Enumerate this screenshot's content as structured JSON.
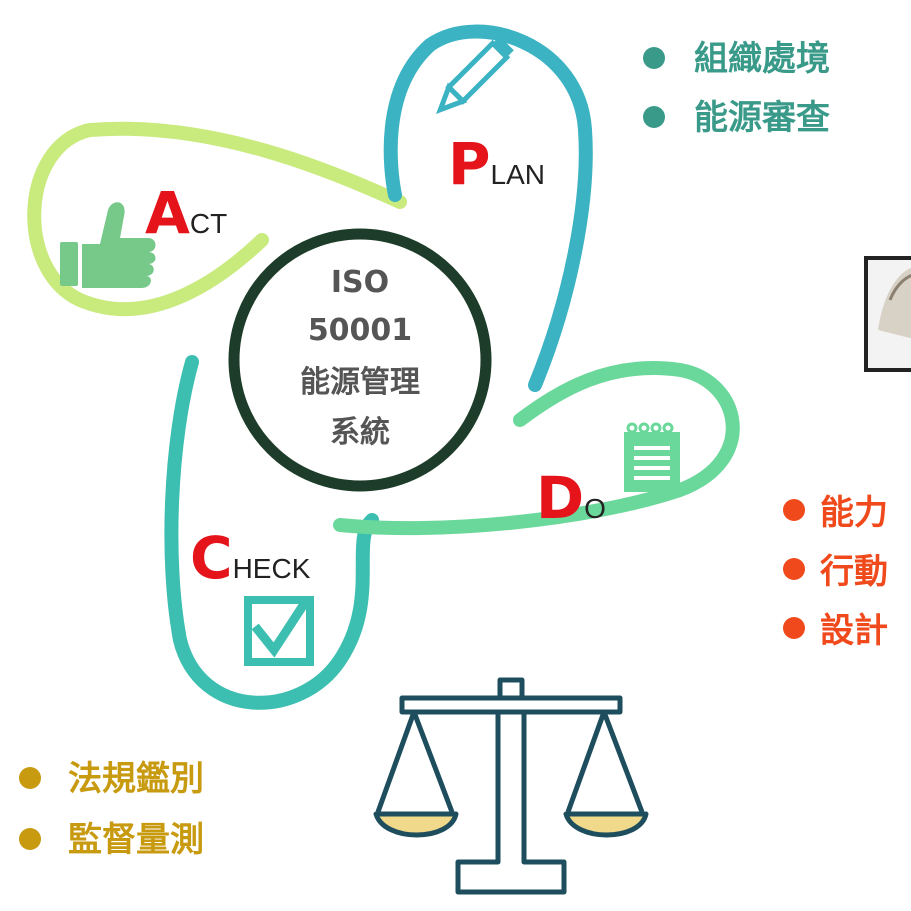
{
  "center": {
    "lines": [
      "ISO",
      "50001",
      "能源管理",
      "系統"
    ]
  },
  "phases": {
    "plan": {
      "initial": "P",
      "rest": "LAN",
      "color": "#3bb3c3",
      "icon": "pencil-icon"
    },
    "do": {
      "initial": "D",
      "rest": "O",
      "color": "#6ad89a",
      "icon": "notepad-icon"
    },
    "check": {
      "initial": "C",
      "rest": "HECK",
      "color": "#3cbfb0",
      "icon": "checkbox-icon"
    },
    "act": {
      "initial": "A",
      "rest": "CT",
      "color": "#c9ea7d",
      "icon": "thumbs-up-icon"
    }
  },
  "bullets": {
    "plan": {
      "color": "#3a9a8a",
      "items": [
        "組織處境",
        "能源審查"
      ]
    },
    "do": {
      "color": "#f04a1c",
      "items": [
        "能力",
        "行動",
        "設計"
      ]
    },
    "check": {
      "color": "#c89a10",
      "items": [
        "法規鑑別",
        "監督量測"
      ]
    }
  },
  "colors": {
    "accent_letter": "#e5131a",
    "center_ring": "#1d3d2a",
    "scale": "#1e4e5e",
    "scale_pan": "#f0d98a"
  },
  "icons": {
    "scale": "balance-scale-icon",
    "photo": "photo-thumbnail"
  }
}
